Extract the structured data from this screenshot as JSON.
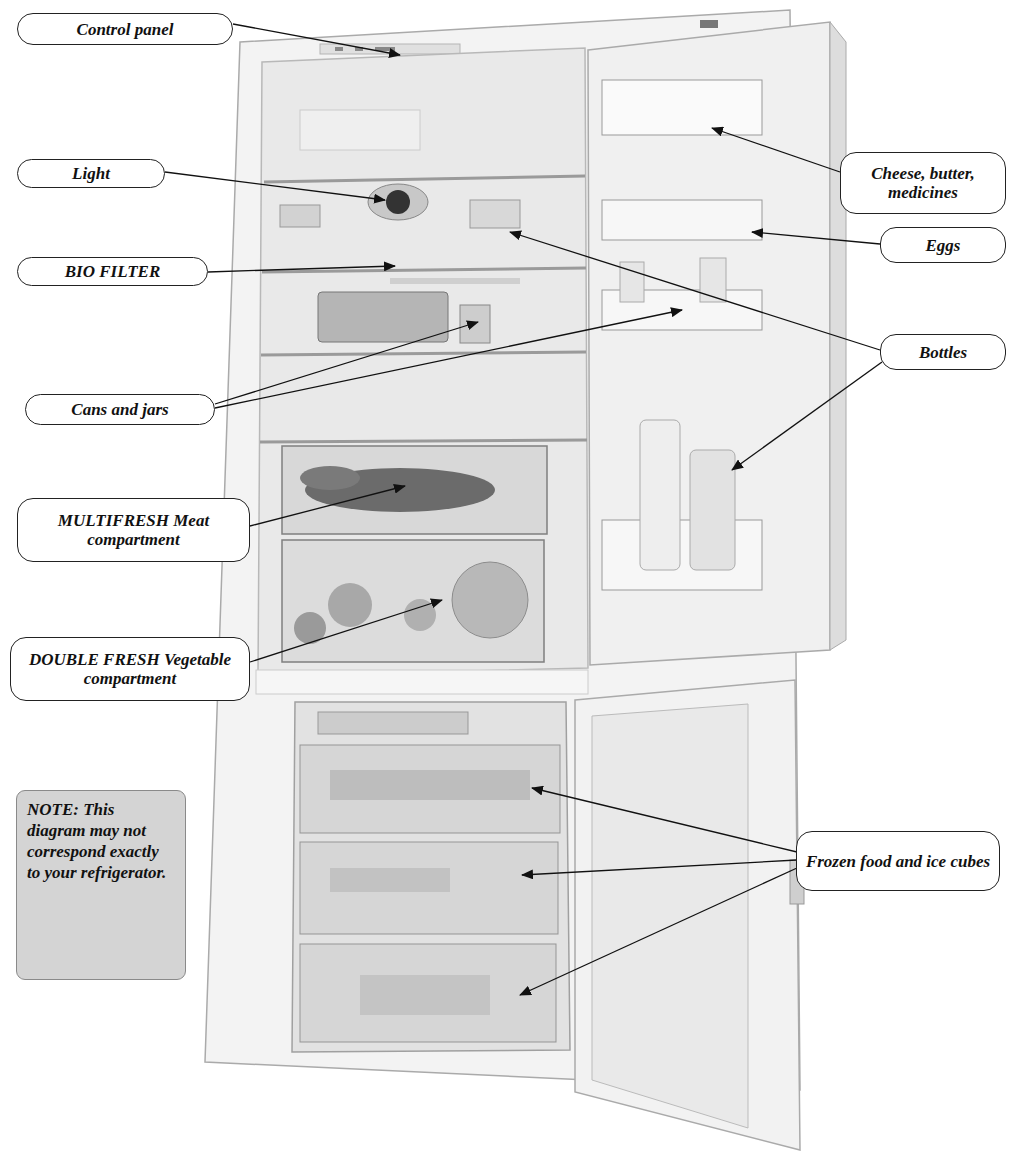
{
  "diagram": {
    "nodes": [
      {
        "text": [
          "Control panel"
        ]
      },
      {
        "text": [
          "Cheese, butter, medicines"
        ]
      },
      {
        "text": [
          "Light"
        ]
      },
      {
        "text": [
          "Eggs"
        ]
      },
      {
        "text": [
          "BIO FILTER"
        ]
      },
      {
        "text": [
          "Bottles"
        ]
      },
      {
        "text": [
          "Cans and jars"
        ]
      },
      {
        "text": [
          "MULTIFRESH Meat compartment"
        ]
      },
      {
        "text": [
          "DOUBLE FRESH Vegetable compartment"
        ]
      },
      {
        "text": [
          "Frozen food and ice cubes"
        ]
      },
      {
        "text": [
          "NOTE: This diagram may not correspond exactly to your refrigerator."
        ]
      }
    ]
  }
}
